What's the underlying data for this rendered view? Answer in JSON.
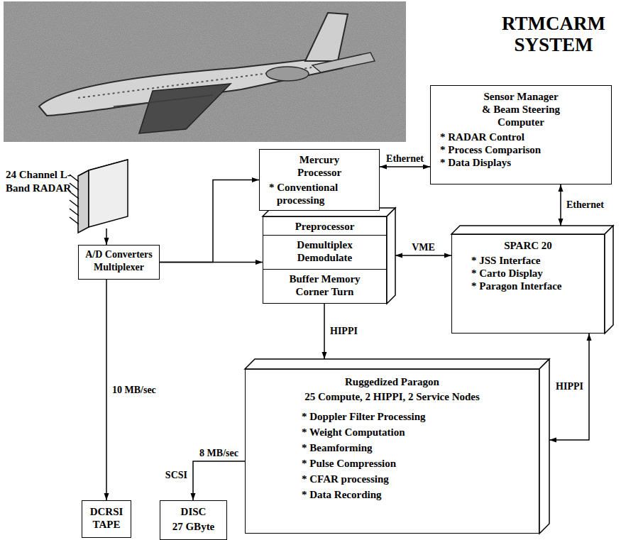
{
  "diagram": {
    "title": "RTMCARM SYSTEM",
    "nodes": [
      {
        "text": [
          "24 Channel L-Band RADAR"
        ]
      },
      {
        "text": [
          "Mercury Processor",
          "* Conventional processing"
        ]
      },
      {
        "text": [
          "Sensor Manager & Beam Steering Computer",
          "* RADAR Control",
          "* Process Comparison",
          "* Data Displays"
        ]
      },
      {
        "text": [
          "A/D Converters Multiplexer"
        ]
      },
      {
        "text": [
          "Preprocessor"
        ]
      },
      {
        "text": [
          "Demultiplex Demodulate"
        ],
        "in": 4
      },
      {
        "text": [
          "Buffer Memory Corner Turn"
        ],
        "in": 4
      },
      {
        "text": [
          "SPARC 20",
          "* JSS Interface",
          "* Carto Display",
          "* Paragon Interface"
        ]
      },
      {
        "text": [
          "Ruggedized Paragon",
          "25 Compute, 2 HIPPI, 2 Service Nodes",
          "* Doppler Filter Processing",
          "* Weight Computation",
          "* Beamforming",
          "* Pulse Compression",
          "* CFAR processing",
          "* Data Recording"
        ]
      },
      {
        "text": [
          "DCRSI TAPE"
        ]
      },
      {
        "text": [
          "DISC",
          "27 GByte"
        ]
      }
    ],
    "edges": [
      {
        "from": 0,
        "to": 3,
        "arrow": "to"
      },
      {
        "from": 3,
        "to": 1,
        "arrow": "to"
      },
      {
        "from": 3,
        "to": 4,
        "arrow": "to"
      },
      {
        "from": 3,
        "to": 9,
        "label": "10 MB/sec",
        "arrow": "to"
      },
      {
        "from": 1,
        "to": 2,
        "label": "Ethernet",
        "arrow": "both"
      },
      {
        "from": 2,
        "to": 7,
        "label": "Ethernet",
        "arrow": "both"
      },
      {
        "from": 4,
        "to": 7,
        "label": "VME",
        "arrow": "both"
      },
      {
        "from": 6,
        "to": 8,
        "label": "HIPPI",
        "arrow": "to"
      },
      {
        "from": 8,
        "to": 7,
        "label": "HIPPI",
        "arrow": "both"
      },
      {
        "from": 8,
        "to": 10,
        "label": "8 MB/sec",
        "arrow": "to"
      }
    ],
    "labels": [
      "SCSI"
    ]
  }
}
